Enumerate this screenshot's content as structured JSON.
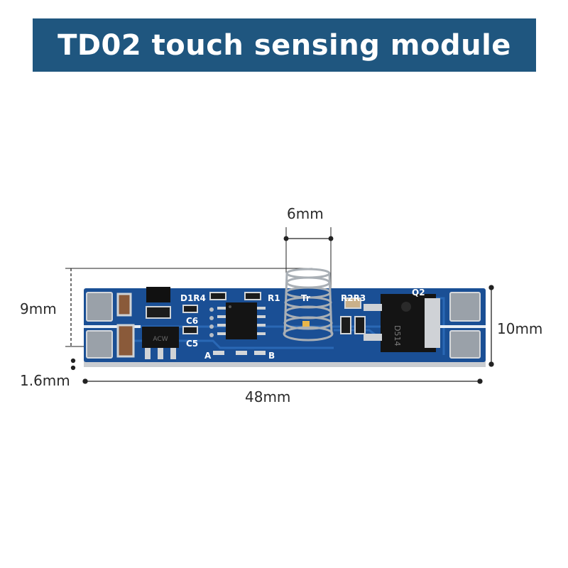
{
  "title": "TD02 touch sensing module",
  "colors": {
    "banner": "#1f567f",
    "pcb": "#1a4f95",
    "pcb_edge": "#c9ccd0",
    "pad": "#9aa1a9"
  },
  "dimensions": {
    "spring_width": "6mm",
    "spring_height": "9mm",
    "board_width": "10mm",
    "board_thickness": "1.6mm",
    "board_length": "48mm"
  },
  "silkscreen": {
    "d1r4": "D1R4",
    "r1": "R1",
    "tr": "Tr",
    "r2r3": "R2R3",
    "q2": "Q2",
    "c6": "C6",
    "c5": "C5",
    "a": "A",
    "b": "B"
  },
  "chip_markings": {
    "regulator": "ACW",
    "mosfet": "D514"
  }
}
